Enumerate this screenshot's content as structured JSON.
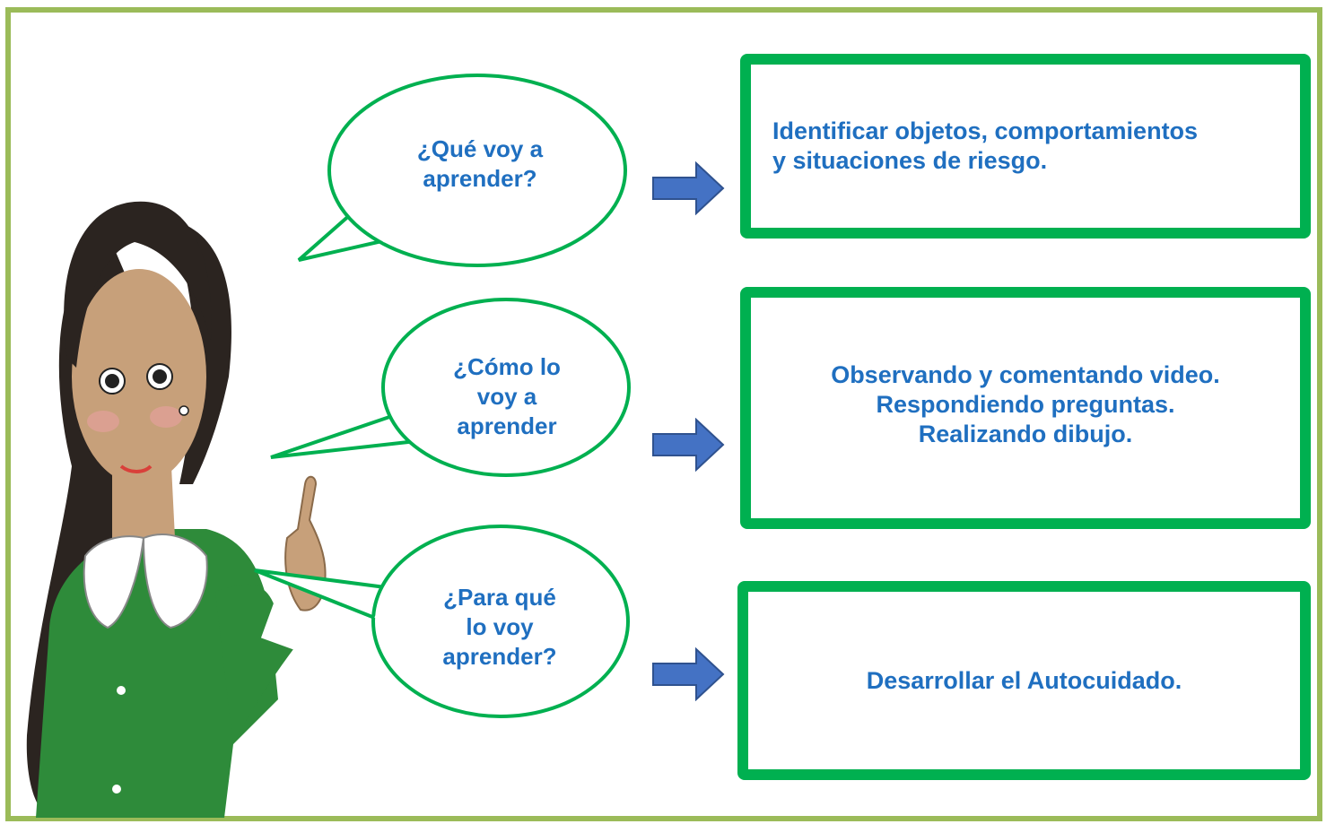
{
  "colors": {
    "frame": "#9bbb59",
    "box_border": "#00b050",
    "bubble_border": "#00b050",
    "text": "#1f6fc0",
    "arrow_fill": "#4472c4",
    "arrow_stroke": "#2f528f"
  },
  "bubbles": [
    {
      "lines": [
        "¿Qué voy a",
        "aprender?"
      ]
    },
    {
      "lines": [
        "¿Cómo lo",
        "voy a",
        "aprender"
      ]
    },
    {
      "lines": [
        "¿Para qué",
        "lo voy",
        "aprender?"
      ]
    }
  ],
  "boxes": [
    {
      "lines": [
        "Identificar objetos, comportamientos",
        "y situaciones de riesgo."
      ]
    },
    {
      "lines": [
        "Observando y comentando video.",
        "Respondiendo preguntas.",
        "Realizando dibujo."
      ]
    },
    {
      "lines": [
        "Desarrollar el Autocuidado."
      ]
    }
  ],
  "illustration": {
    "icon": "teacher-pointing-illustration"
  }
}
